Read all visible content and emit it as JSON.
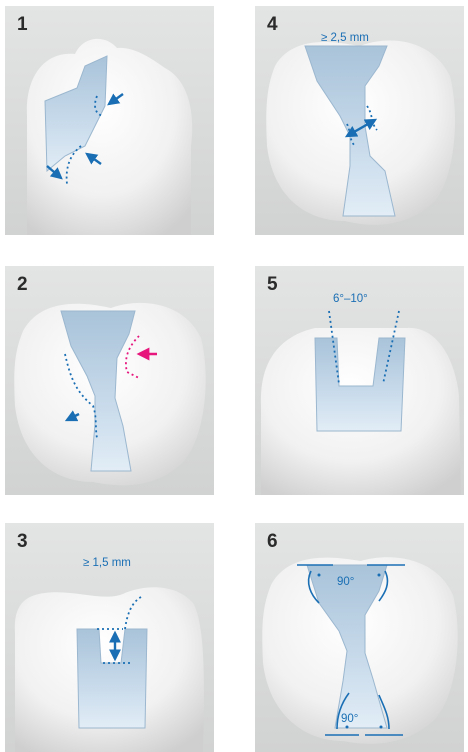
{
  "panels": [
    {
      "number": "1"
    },
    {
      "number": "4",
      "label": "≥ 2,5 mm"
    },
    {
      "number": "2"
    },
    {
      "number": "5",
      "label": "6°–10°"
    },
    {
      "number": "3",
      "label": "≥ 1,5 mm"
    },
    {
      "number": "6",
      "label_top": "90°",
      "label_bottom": "90°"
    }
  ],
  "colors": {
    "accent": "#1a6fb4",
    "highlight": "#e6167d",
    "cavity": "#c9dbea",
    "background": "#dcdddd"
  }
}
